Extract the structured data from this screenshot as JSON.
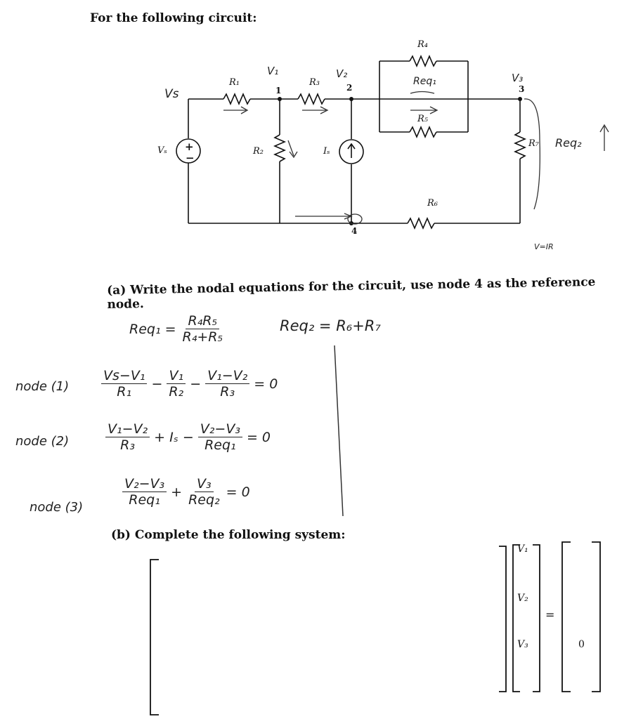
{
  "intro": "For the following circuit:",
  "circuit": {
    "labels": {
      "R1": "R₁",
      "R2": "R₂",
      "R3": "R₃",
      "R4": "R₄",
      "R5": "R₅",
      "R6": "R₆",
      "R7": "R₇",
      "Vs": "Vₛ",
      "Is": "Iₛ",
      "plus": "+",
      "minus": "−",
      "node1": "1",
      "node2": "2",
      "node3": "3",
      "node4": "4"
    },
    "handwritten": {
      "vs": "Vs",
      "v1": "V₁",
      "v2": "V₂",
      "v3": "V₃",
      "req1": "Req₁",
      "req2": "Req₂",
      "vir": "V=IR"
    }
  },
  "part_a": "(a) Write the nodal equations for the circuit, use node 4 as the reference node.",
  "work": {
    "req1_lhs": "Req₁ =",
    "req1_num": "R₄R₅",
    "req1_den": "R₄+R₅",
    "req2": "Req₂ = R₆+R₇",
    "node1_label": "node (1)",
    "node2_label": "node (2)",
    "node3_label": "node (3)",
    "n1": {
      "t1_num": "Vs−V₁",
      "t1_den": "R₁",
      "op1": "−",
      "t2_num": "V₁",
      "t2_den": "R₂",
      "op2": "−",
      "t3_num": "V₁−V₂",
      "t3_den": "R₃",
      "rhs": "= 0"
    },
    "n2": {
      "t1_num": "V₁−V₂",
      "t1_den": "R₃",
      "op1": "+ Iₛ −",
      "t2_num": "V₂−V₃",
      "t2_den": "Req₁",
      "rhs": "= 0"
    },
    "n3": {
      "t1_num": "V₂−V₃",
      "t1_den": "Req₁",
      "op1": "+",
      "t2_num": "V₃",
      "t2_den": "Req₂",
      "rhs": "= 0"
    }
  },
  "part_b": "(b) Complete the following system:",
  "system": {
    "v1": "V₁",
    "v2": "V₂",
    "v3": "V₃",
    "equals": "=",
    "rhs0": "0"
  }
}
